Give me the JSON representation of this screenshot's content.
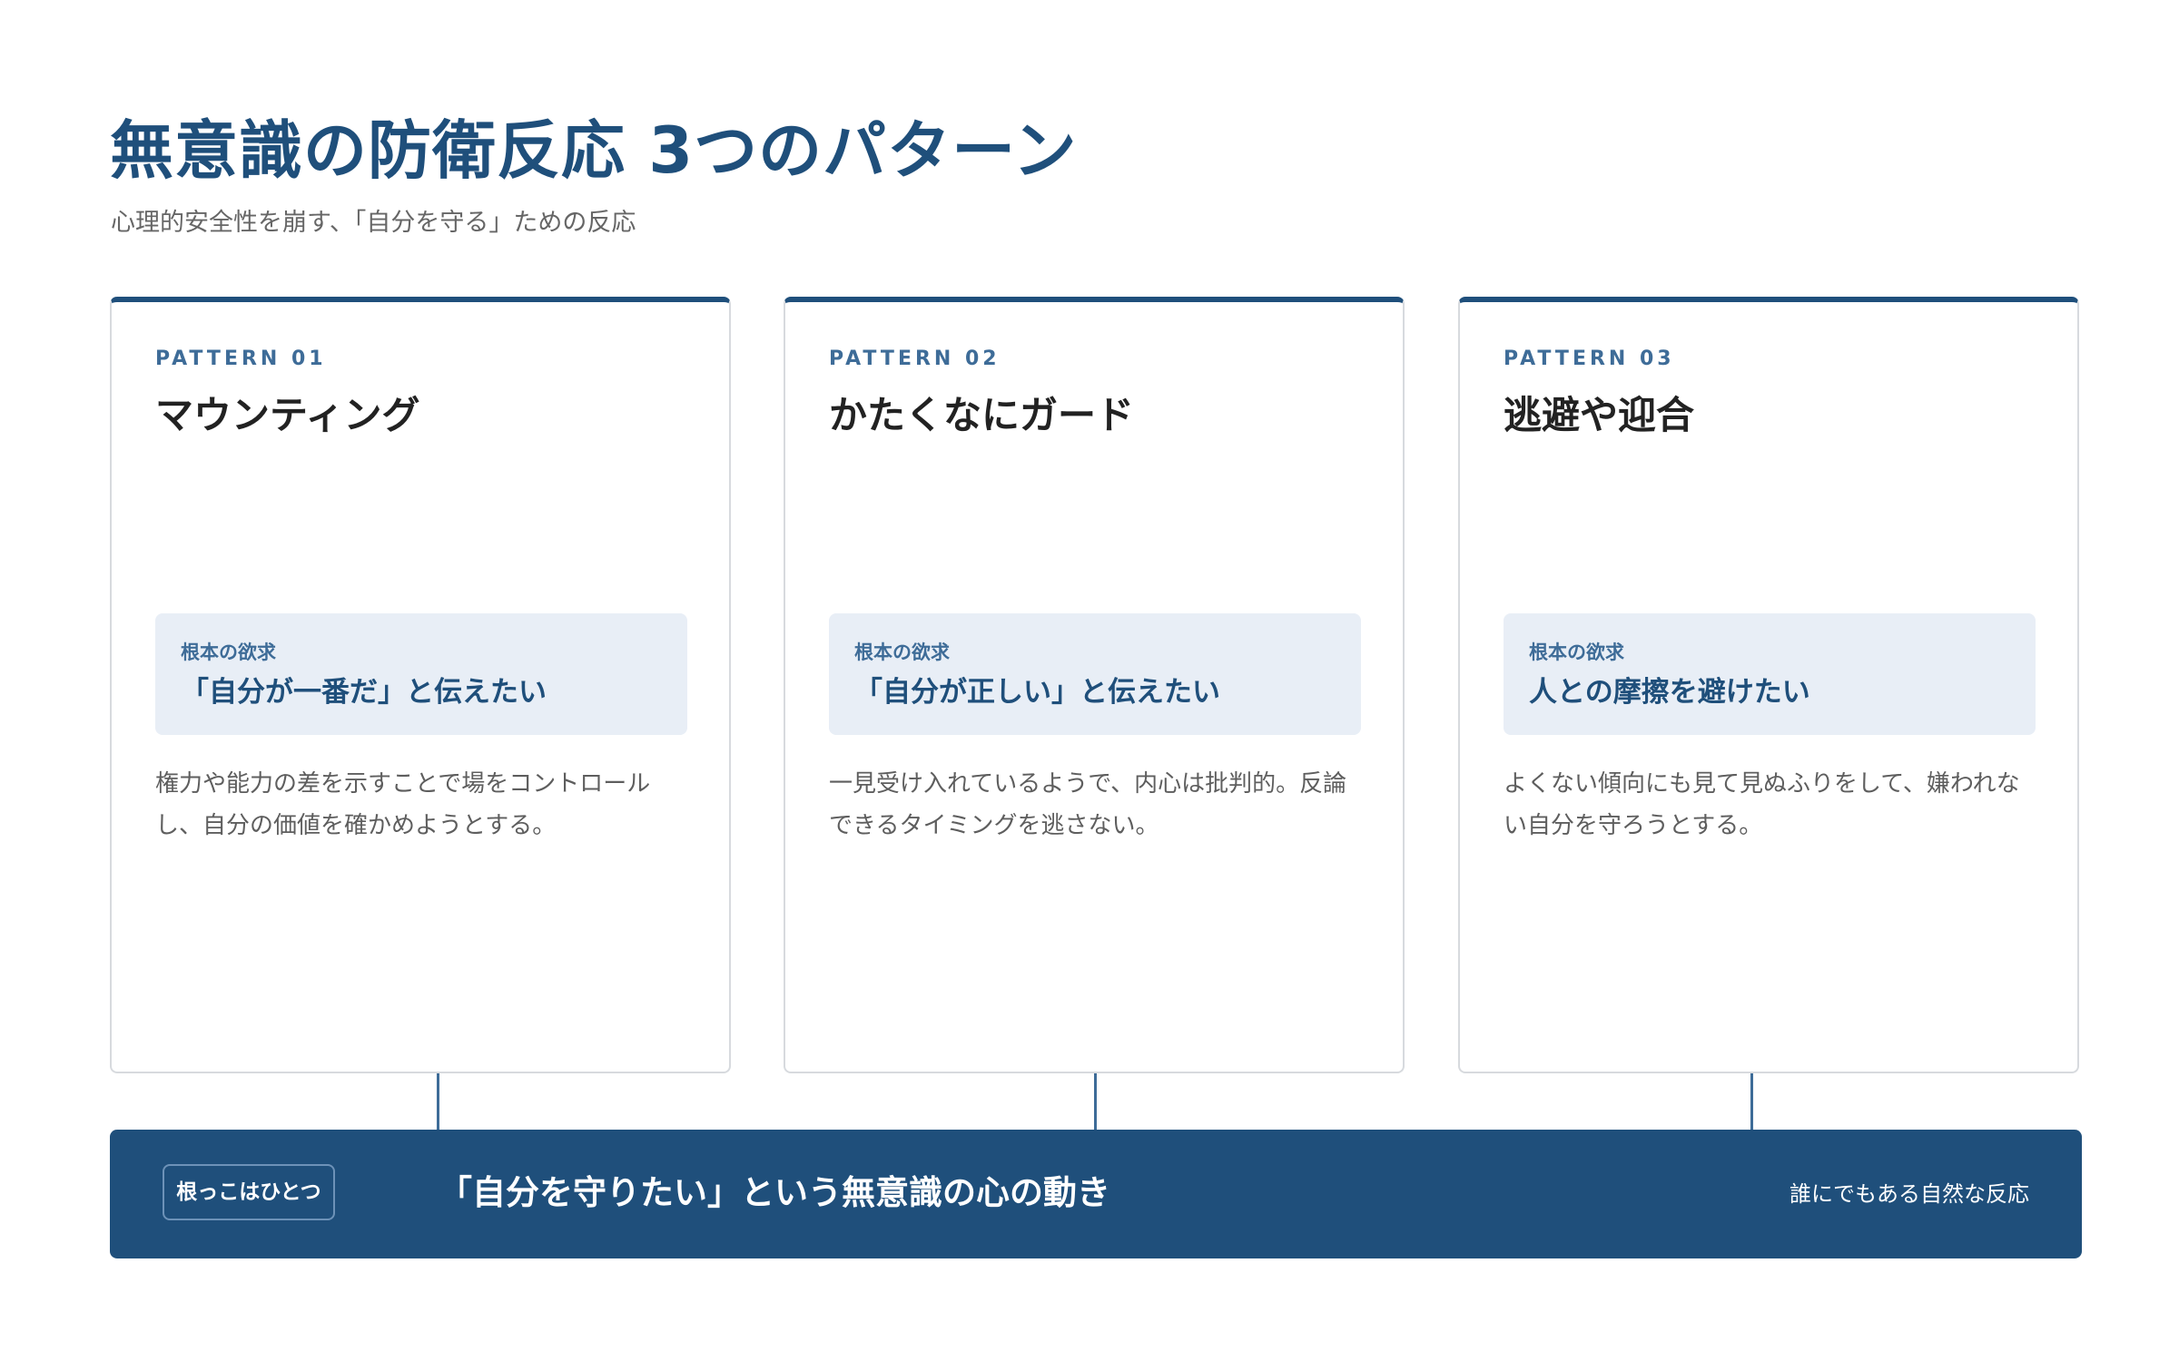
{
  "header": {
    "title": "無意識の防衛反応 3つのパターン",
    "subtitle": "心理的安全性を崩す、「自分を守る」ための反応"
  },
  "patterns": [
    {
      "label": "PATTERN 01",
      "title": "マウンティング",
      "need_label": "根本の欲求",
      "need_text": "「自分が一番だ」と伝えたい",
      "description": "権力や能力の差を示すことで場をコントロールし、自分の価値を確かめようとする。"
    },
    {
      "label": "PATTERN 02",
      "title": "かたくなにガード",
      "need_label": "根本の欲求",
      "need_text": "「自分が正しい」と伝えたい",
      "description": "一見受け入れているようで、内心は批判的。反論できるタイミングを逃さない。"
    },
    {
      "label": "PATTERN 03",
      "title": "逃避や迎合",
      "need_label": "根本の欲求",
      "need_text": "人との摩擦を避けたい",
      "description": "よくない傾向にも見て見ぬふりをして、嫌われない自分を守ろうとする。"
    }
  ],
  "root": {
    "tag": "根っこはひとつ",
    "message": "「自分を守りたい」という無意識の心の動き",
    "note": "誰にでもある自然な反応"
  },
  "colors": {
    "primary": "#1f4f7b",
    "accent": "#3e6c98",
    "need_background": "#e8eef6",
    "card_border": "#d7dade"
  }
}
